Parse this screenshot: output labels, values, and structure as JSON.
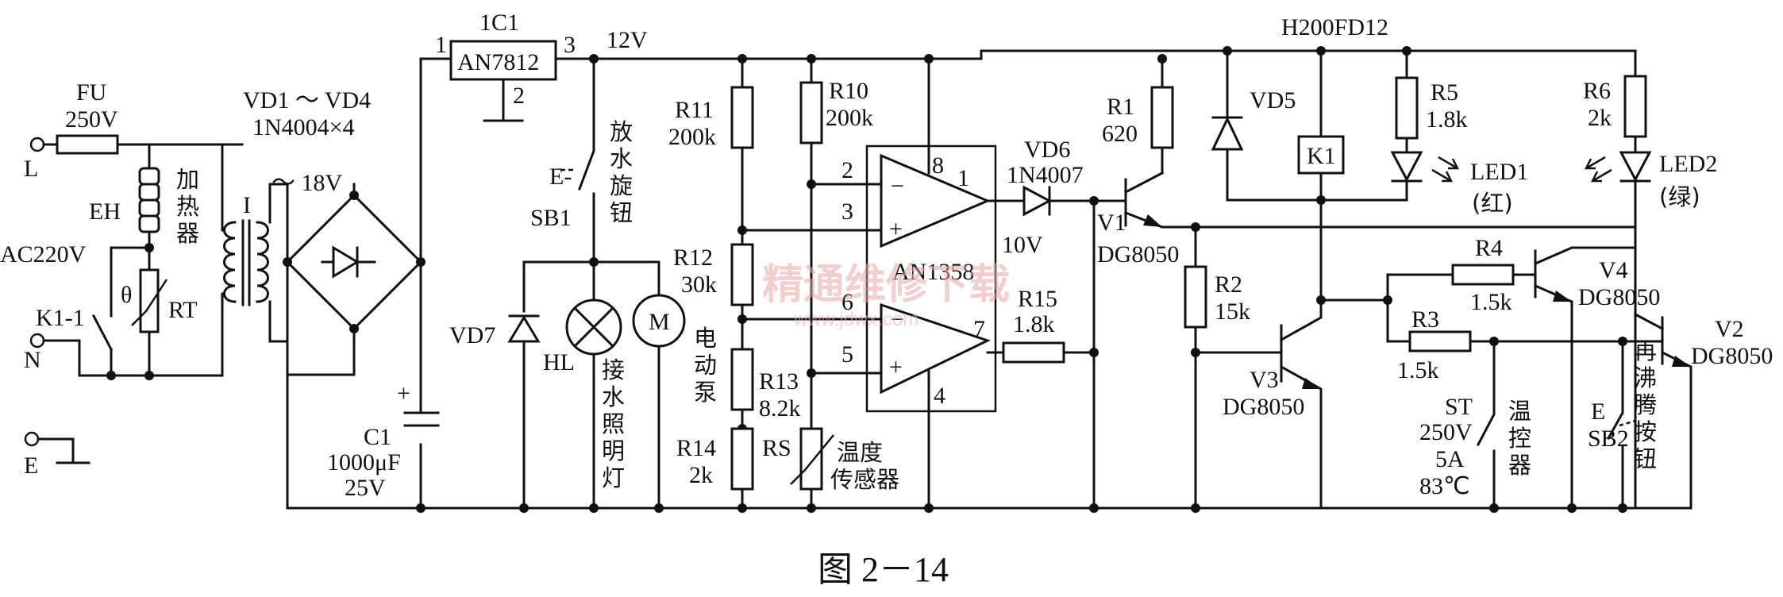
{
  "labels": {
    "ic1_ref": "1C1",
    "ic1_part": "AN7812",
    "pin1": "1",
    "pin2": "2",
    "pin3": "3",
    "v12": "12V",
    "relay_part": "H200FD12",
    "fu": "FU",
    "fu_rating": "250V",
    "node_l": "L",
    "node_n": "N",
    "node_e": "E",
    "eh": "EH",
    "heater_cn": [
      "加",
      "热",
      "器"
    ],
    "ac": "AC220V",
    "k11": "K1-1",
    "rt": "RT",
    "theta": "θ",
    "tr_ref": "I",
    "vd14": "VD1 ～ VD4",
    "vd14_part": "1N4004×4",
    "v18": "～ 18V",
    "c1": "C1",
    "c1_val": "1000μF",
    "c1_v": "25V",
    "plus": "+",
    "sb1_e": "E-",
    "sb1": "SB1",
    "sb1_cn": [
      "放",
      "水",
      "旋",
      "钮"
    ],
    "vd7": "VD7",
    "hl": "HL",
    "hl_cn": [
      "接",
      "水",
      "照",
      "明",
      "灯"
    ],
    "motor": "M",
    "pump_cn": [
      "电",
      "动",
      "泵"
    ],
    "r11": "R11",
    "r11_val": "200k",
    "r10": "R10",
    "r10_val": "200k",
    "r12": "R12",
    "r12_val": "30k",
    "r13": "R13",
    "r13_val": "8.2k",
    "r14": "R14",
    "r14_val": "2k",
    "rs": "RS",
    "rs_cn": "温度",
    "rs_cn2": "传感器",
    "op_p2": "2",
    "op_p3": "3",
    "op_p8": "8",
    "op_p1": "1",
    "op_p6": "6",
    "op_p5": "5",
    "op_p7": "7",
    "op_p4": "4",
    "minus": "−",
    "an1358": "AN1358",
    "vd6": "VD6",
    "vd6_part": "1N4007",
    "v10": "10V",
    "r15": "R15",
    "r15_val": "1.8k",
    "r1": "R1",
    "r1_val": "620",
    "v1": "V1",
    "v1_part": "DG8050",
    "r2": "R2",
    "r2_val": "15k",
    "v3": "V3",
    "v3_part": "DG8050",
    "vd5": "VD5",
    "k1": "K1",
    "r5": "R5",
    "r5_val": "1.8k",
    "led1": "LED1",
    "led1_cn": "(红)",
    "r6": "R6",
    "r6_val": "2k",
    "led2": "LED2",
    "led2_cn": "(绿)",
    "r4": "R4",
    "r4_val": "1.5k",
    "v4": "V4",
    "v4_part": "DG8050",
    "r3": "R3",
    "r3_val": "1.5k",
    "st": "ST",
    "st_v": "250V",
    "st_a": "5A",
    "st_t": "83℃",
    "st_cn": [
      "温",
      "控",
      "器"
    ],
    "sb2_e": "E",
    "sb2": "SB2",
    "sb2_cn": [
      "再",
      "沸",
      "腾",
      "按",
      "钮"
    ],
    "v2": "V2",
    "v2_part": "DG8050"
  },
  "caption": "图 2－14",
  "watermark": "精通维修下载",
  "watermark_url": "www.jdwx.com"
}
